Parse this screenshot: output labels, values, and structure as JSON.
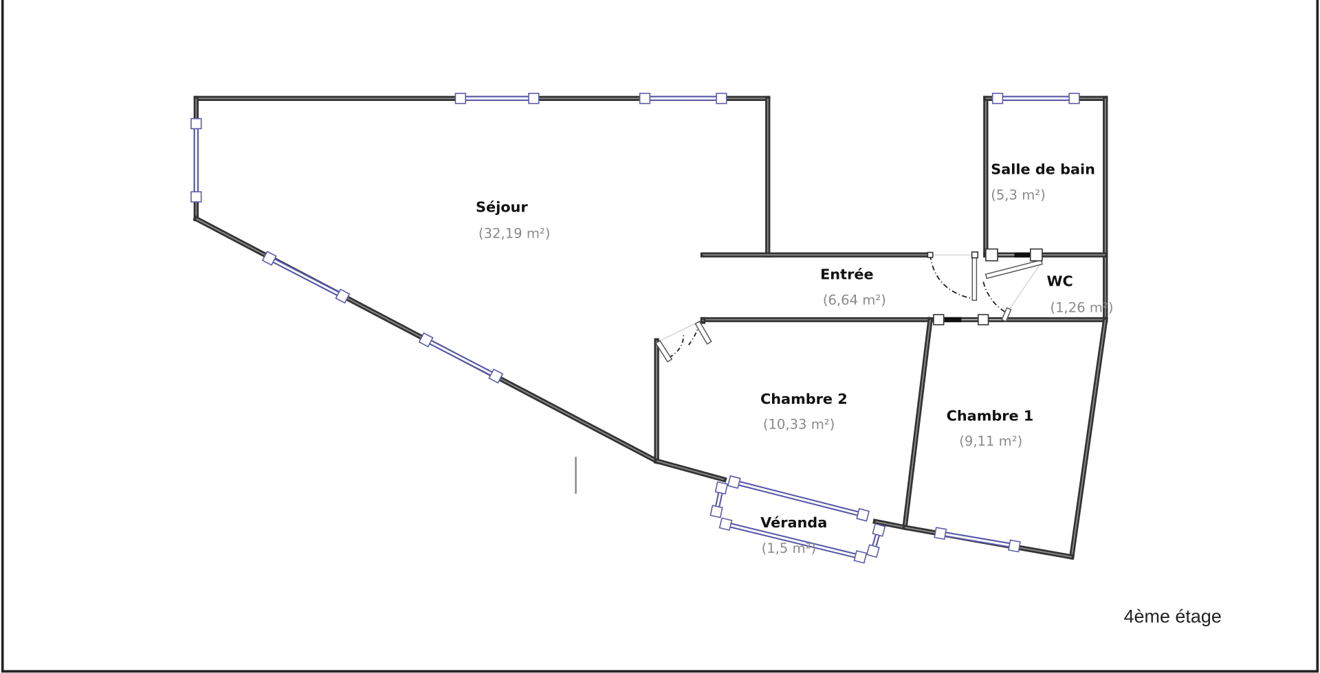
{
  "floor_label": "4ème étage",
  "rooms": [
    {
      "name": "Séjour",
      "area": "(32,19 m²)"
    },
    {
      "name": "Entrée",
      "area": "(6,64 m²)"
    },
    {
      "name": "Salle de bain",
      "area": "(5,3 m²)"
    },
    {
      "name": "WC",
      "area": "(1,26 m²)"
    },
    {
      "name": "Chambre 2",
      "area": "(10,33 m²)"
    },
    {
      "name": "Chambre 1",
      "area": "(9,11 m²)"
    },
    {
      "name": "Véranda",
      "area": "(1,5 m²)"
    }
  ],
  "colors": {
    "wall": "#333333",
    "window": "#5a5aaa",
    "area_text": "#8a8a8a"
  }
}
